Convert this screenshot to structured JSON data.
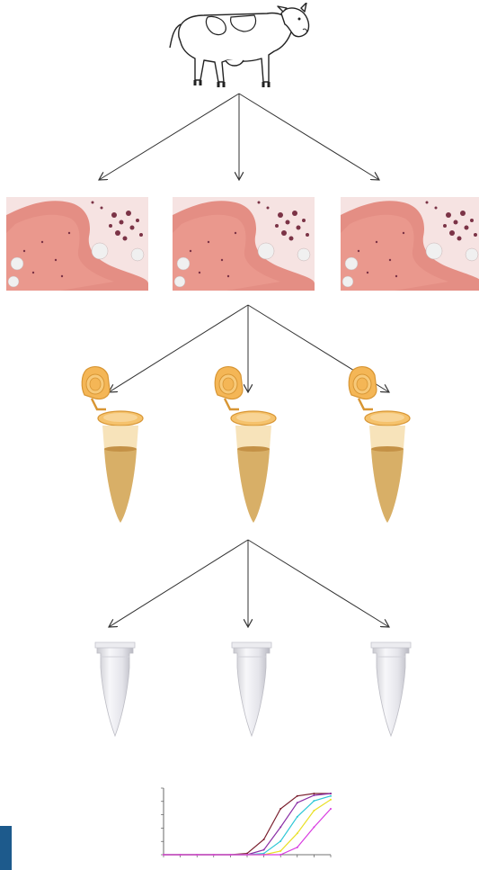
{
  "diagram": {
    "source": "cow-icon",
    "stages": [
      {
        "name": "tissue-sections",
        "count": 3,
        "icon": "histology-slide-icon"
      },
      {
        "name": "sample-tubes",
        "count": 3,
        "icon": "open-microtube-icon"
      },
      {
        "name": "pcr-tubes",
        "count": 3,
        "icon": "pcr-tube-icon"
      }
    ],
    "final": "amplification-plot"
  },
  "colors": {
    "arrow": "#333333",
    "tube_orange": "#f4b656",
    "tube_liquid": "#d9b072",
    "tissue_pink": "#e98f86",
    "blue_tab": "#1d5a8c"
  },
  "chart_data": {
    "type": "line",
    "title": "",
    "xlabel": "",
    "ylabel": "",
    "x": [
      0,
      5,
      10,
      15,
      20,
      25,
      30,
      35,
      40,
      45,
      50
    ],
    "series": [
      {
        "color": "#7a1f2e",
        "values": [
          0,
          0,
          0,
          0,
          0,
          0.02,
          0.25,
          0.75,
          0.96,
          1.0,
          1.0
        ]
      },
      {
        "color": "#8b2fa6",
        "values": [
          0,
          0,
          0,
          0,
          0,
          0,
          0.08,
          0.45,
          0.85,
          0.97,
          1.0
        ]
      },
      {
        "color": "#2ec7d6",
        "values": [
          0,
          0,
          0,
          0,
          0,
          0,
          0.02,
          0.22,
          0.62,
          0.88,
          0.96
        ]
      },
      {
        "color": "#e9e027",
        "values": [
          0,
          0,
          0,
          0,
          0,
          0,
          0,
          0.06,
          0.35,
          0.72,
          0.9
        ]
      },
      {
        "color": "#d83be0",
        "values": [
          0,
          0,
          0,
          0,
          0,
          0,
          0,
          0,
          0.12,
          0.45,
          0.75
        ]
      }
    ],
    "grid": false
  }
}
